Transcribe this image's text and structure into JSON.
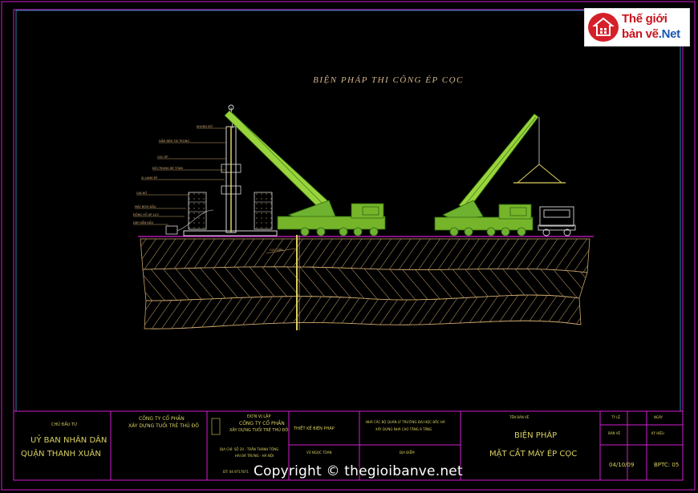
{
  "logo": {
    "line1": "Thế giới",
    "line2a": "bản vẽ",
    "line2b": ".Net"
  },
  "drawing": {
    "title": "BIỆN PHÁP THI CÔNG ÉP CỌC",
    "callouts": [
      "KHUNG ĐỠ",
      "DẦM NÉN TẢI TRỌNG",
      "CỌC ÉP",
      "ĐỐI TRỌNG BÊ TÔNG",
      "XI LANH ÉP",
      "GIÁ ĐỠ",
      "MÁY BƠM DẦU",
      "ĐỒNG HỒ ÁP LỰC",
      "DÂY DẪN DẦU",
      "CỌC DẪN"
    ]
  },
  "title_block": {
    "owner_caption": "CHỦ ĐẦU TƯ",
    "owner_line1": "UỶ BAN NHÂN DÂN",
    "owner_line2": "QUẬN THANH XUÂN",
    "contractor_line1": "CÔNG TY CỔ PHẦN",
    "contractor_line2": "XÂY DỰNG TUỔI TRẺ THỦ ĐÔ",
    "consultant_caption": "ĐƠN VỊ LẬP",
    "consultant_line1": "CÔNG TY CỔ PHẦN",
    "consultant_line2": "XÂY DỰNG TUỔI TRẺ THỦ ĐÔ",
    "consultant_addr": "ĐỊA CHỈ: SỐ 20 - TRẦN THÁNH TÔNG",
    "consultant_city": "HAI BÀ TRƯNG - HÀ NỘI",
    "consultant_tel": "ĐT: 04.9717871",
    "design_label": "THIẾT KẾ BIỆN PHÁP",
    "design_sign": "VŨ NGỌC TOÀN",
    "project_line1": "NHÀ CÁC BỘ QUẢN LÝ TRƯỜNG ĐẠI HỌC BẮC HÀ",
    "project_line2": "XÂY DỰNG NHÀ CAO TẦNG 9 TẦNG",
    "location": "ĐỊA ĐIỂM",
    "sheet_name_caption": "TÊN BẢN VẼ",
    "sheet_line1": "BIỆN PHÁP",
    "sheet_line2": "MẶT CẮT MÁY ÉP CỌC",
    "scale_caption": "TỶ LỆ",
    "scale_value": "BẢN VẼ",
    "date_caption": "NGÀY",
    "date": "04/10/09",
    "sheet_no_caption": "KÝ HIỆU",
    "sheet_no_value": "KÝ HIỆU",
    "sheet_no": "BPTC: 05"
  },
  "watermark": "Copyright © thegioibanve.net"
}
